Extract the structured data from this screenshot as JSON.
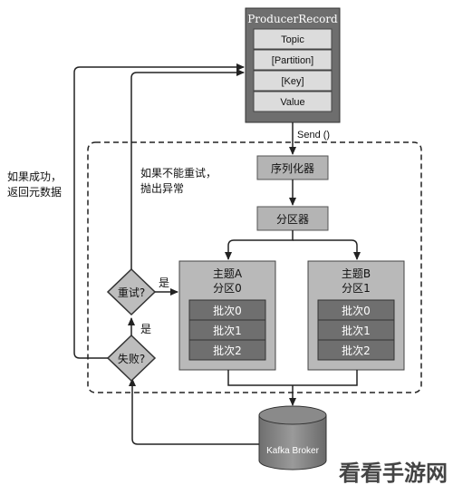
{
  "producer_record": {
    "title": "ProducerRecord",
    "fields": [
      "Topic",
      "[Partition]",
      "[Key]",
      "Value"
    ]
  },
  "send_label": "Send ()",
  "serializer": "序列化器",
  "partitioner": "分区器",
  "topic_a": {
    "title": "主题A",
    "partition": "分区0",
    "batches": [
      "批次0",
      "批次1",
      "批次2"
    ]
  },
  "topic_b": {
    "title": "主题B",
    "partition": "分区1",
    "batches": [
      "批次0",
      "批次1",
      "批次2"
    ]
  },
  "retry_decision": "重试?",
  "fail_decision": "失败?",
  "yes_label_retry": "是",
  "yes_label_fail": "是",
  "note_success": [
    "如果成功，",
    "返回元数据"
  ],
  "note_no_retry": [
    "如果不能重试，",
    "抛出异常"
  ],
  "broker_label": "Kafka Broker",
  "watermark": "看看手游网"
}
